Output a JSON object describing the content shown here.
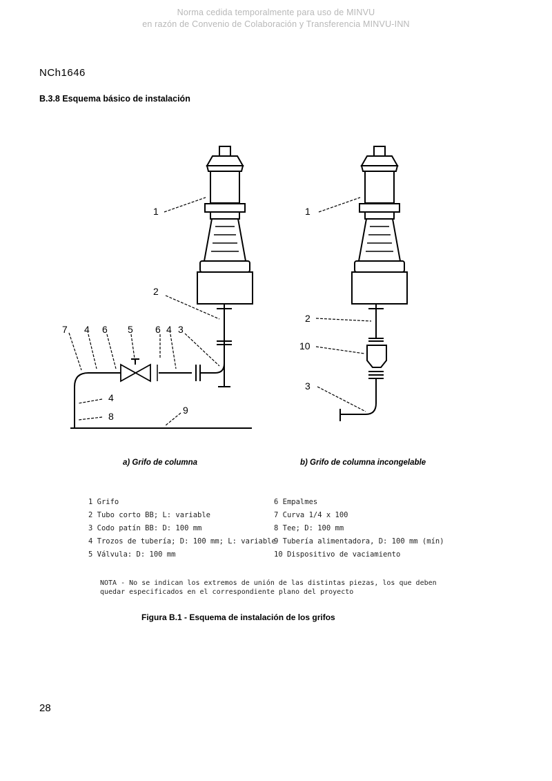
{
  "watermark": {
    "line1": "Norma cedida temporalmente para uso de MINVU",
    "line2": "en razón de Convenio de Colaboración y Transferencia MINVU-INN"
  },
  "header": {
    "doc_code": "NCh1646"
  },
  "section": {
    "title": "B.3.8 Esquema básico de instalación"
  },
  "figure": {
    "labels_a": [
      "1",
      "2",
      "7",
      "4",
      "6",
      "5",
      "6",
      "4",
      "3",
      "4",
      "8",
      "9"
    ],
    "labels_b": [
      "1",
      "2",
      "10",
      "3"
    ],
    "caption_a": "a) Grifo de columna",
    "caption_b": "b) Grifo de columna incongelable",
    "title": "Figura B.1 - Esquema de instalación de los grifos"
  },
  "legend": {
    "left": [
      "1  Grifo",
      "2  Tubo corto BB;  L: variable",
      "3  Codo patín BB:  D: 100 mm",
      "4  Trozos de tubería; D: 100 mm; L: variable",
      "5  Válvula: D: 100 mm"
    ],
    "right": [
      "6  Empalmes",
      "7  Curva 1/4 x 100",
      "8  Tee; D: 100 mm",
      "9  Tubería alimentadora, D: 100 mm (mín)",
      "10 Dispositivo de vaciamiento"
    ]
  },
  "note": {
    "line1": "NOTA - No se indican los extremos de unión de las distintas piezas, los que deben",
    "line2": "quedar especificados en el correspondiente plano del proyecto"
  },
  "footer": {
    "page_number": "28"
  }
}
